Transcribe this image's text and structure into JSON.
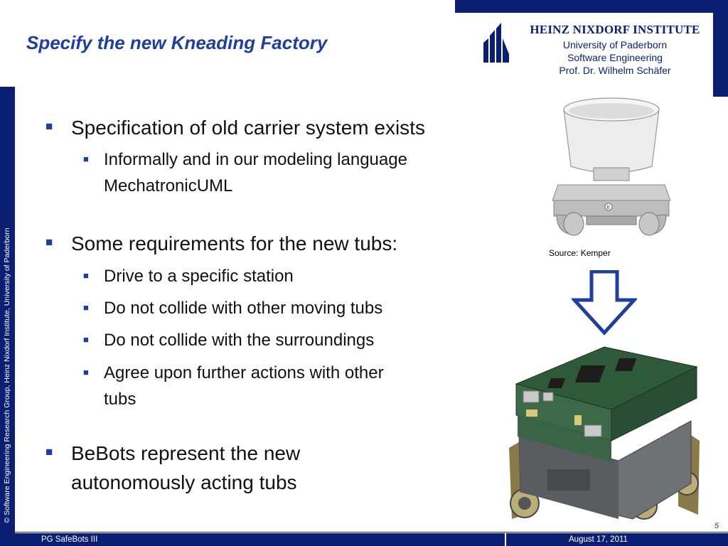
{
  "header": {
    "title": "Specify the new Kneading Factory",
    "institute": "HEINZ NIXDORF INSTITUTE",
    "lines": [
      "University of Paderborn",
      "Software Engineering",
      "Prof. Dr. Wilhelm Schäfer"
    ]
  },
  "sidebar": {
    "copyright": "© Software Engineering Research Group, Heinz Nixdorf Institute, University of Paderborn"
  },
  "bullets": {
    "b1": "Specification of old carrier system exists",
    "b1_sub1_l1": "Informally and in our modeling language",
    "b1_sub1_l2": "MechatronicUML",
    "b2": "Some requirements for the new tubs:",
    "b2_sub1": "Drive to a specific station",
    "b2_sub2": "Do not collide with other moving tubs",
    "b2_sub3": "Do not collide with the surroundings",
    "b2_sub4_l1": "Agree upon further actions with other",
    "b2_sub4_l2": "tubs",
    "b3_l1": "BeBots represent the new",
    "b3_l2": "autonomously acting tubs"
  },
  "figure": {
    "source": "Source: Kemper",
    "carrier_label": "E"
  },
  "footer": {
    "left": "PG SafeBots III",
    "date": "August 17, 2011",
    "page": "5"
  },
  "colors": {
    "navy": "#0b1f72",
    "accent": "#1f3f9f"
  },
  "icons": {
    "bullet": "square-bullet-icon",
    "arrow": "down-arrow-icon",
    "logo": "hni-logo-icon"
  }
}
